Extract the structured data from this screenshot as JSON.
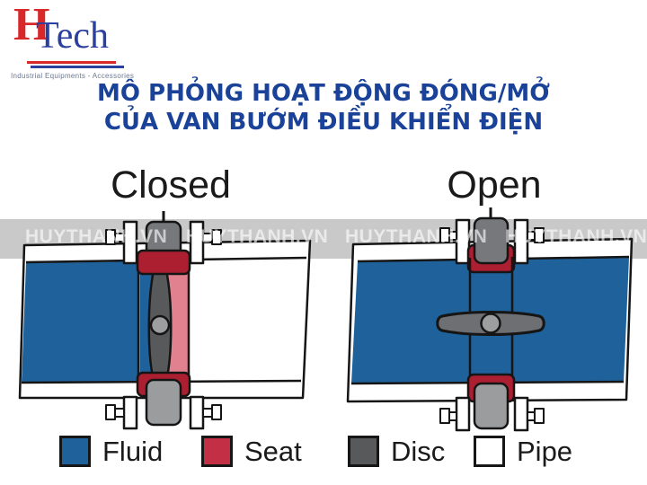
{
  "logo": {
    "h": "H",
    "tech": "Tech",
    "subtitle": "Industrial Equipments - Accessories"
  },
  "title": {
    "line1": "MÔ PHỎNG HOẠT ĐỘNG ĐÓNG/MỞ",
    "line2": "CỦA VAN BƯỚM ĐIỀU KHIỂN ĐIỆN"
  },
  "diagram": {
    "left_label": "Closed",
    "right_label": "Open",
    "watermark": "HUYTHANH.VN"
  },
  "legend": {
    "items": [
      {
        "label": "Fluid",
        "color": "#1f629b"
      },
      {
        "label": "Seat",
        "color": "#c32f45"
      },
      {
        "label": "Disc",
        "color": "#58595b"
      },
      {
        "label": "Pipe",
        "color": "#ffffff"
      }
    ]
  },
  "colors": {
    "fluid": "#1f629b",
    "seat_cap": "#ab1f31",
    "seat_band": "#e1818f",
    "disc_closed": "#58595b",
    "disc_open": "#6e6f72",
    "hub": "#9d9ea0",
    "stem_top": "#77787b",
    "stem_bottom": "#9b9c9e",
    "pipe": "#ffffff",
    "outline": "#151515",
    "band": "#c9c9c9",
    "watermark_text": "rgba(255,255,255,0.62)",
    "title": "#1a4299",
    "logo_red": "#d8282a",
    "logo_blue": "#2b3f9e",
    "subtitle": "#6b7894",
    "text": "#1a1a1a"
  }
}
